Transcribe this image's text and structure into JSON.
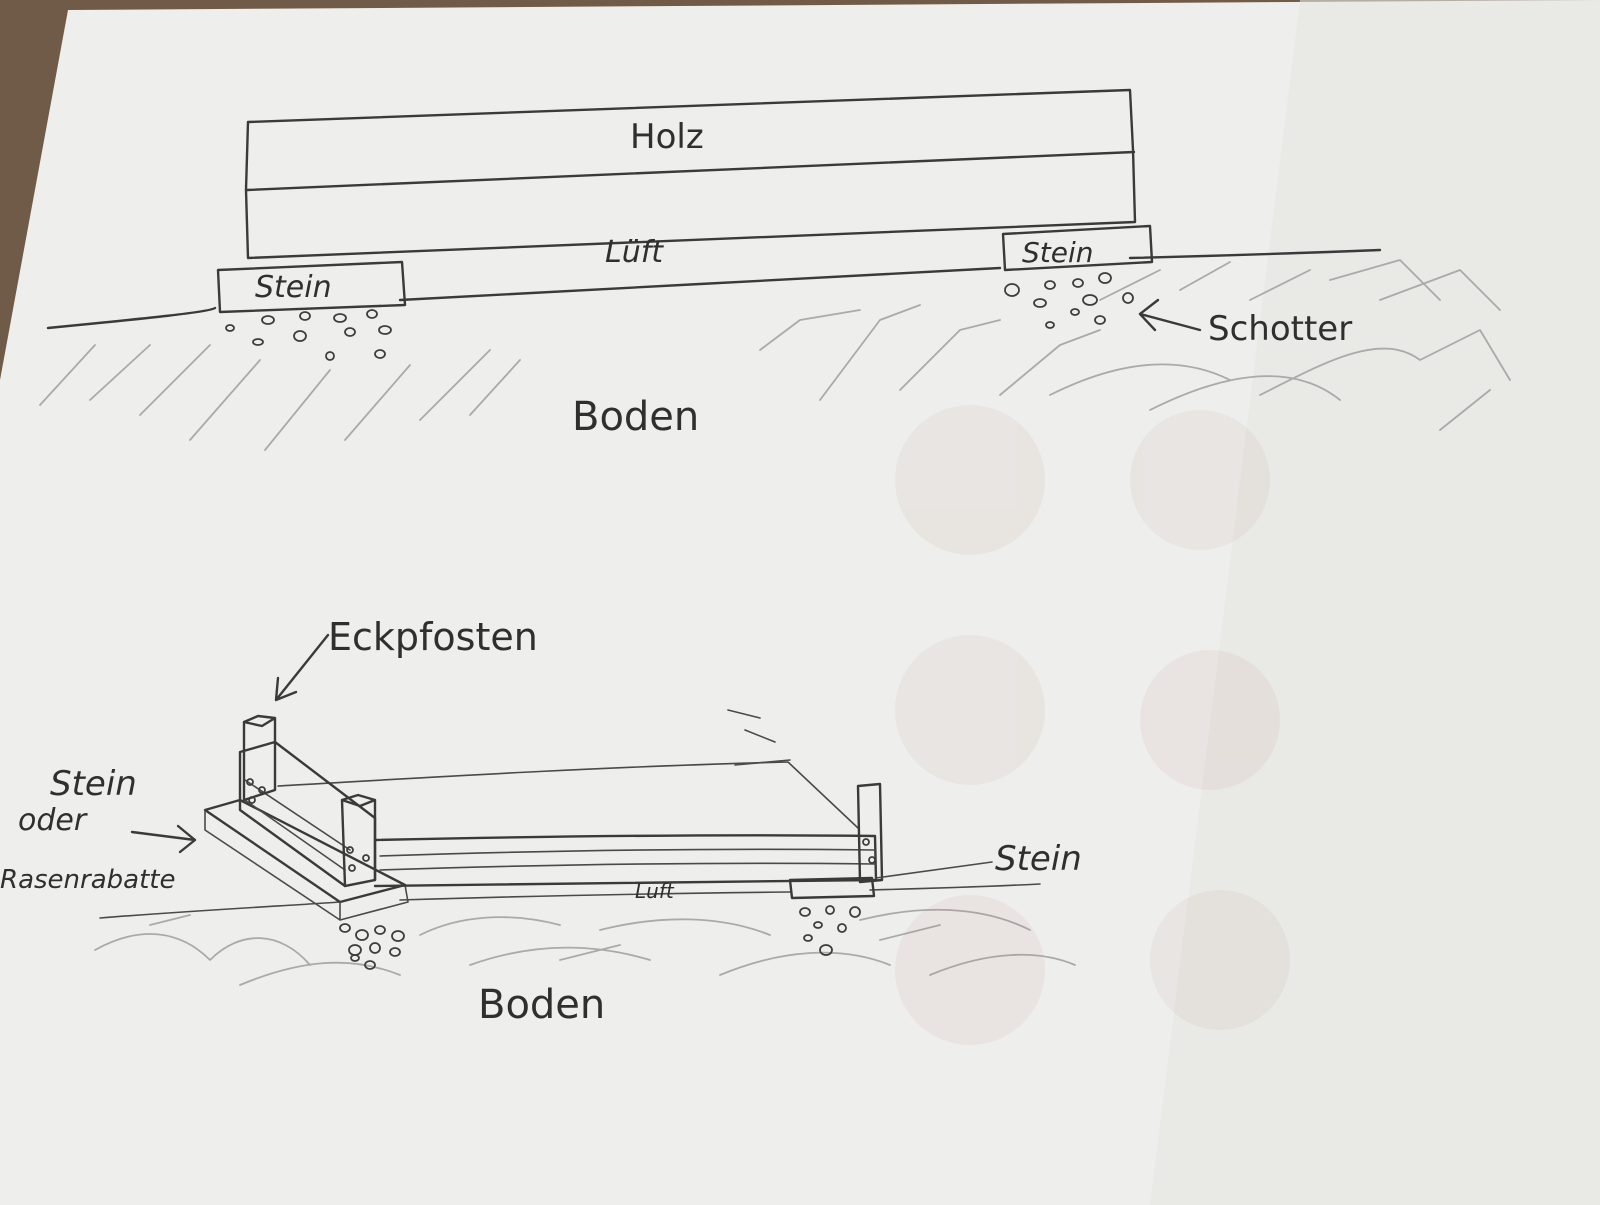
{
  "colors": {
    "paper": "#eeeeec",
    "table": "#6f5b48",
    "pencil": "#3a3a3a",
    "hatch": "#a9aaa9"
  },
  "labels": {
    "top": {
      "holz": "Holz",
      "luft": "Lüft",
      "stein_left": "Stein",
      "stein_right": "Stein",
      "schotter": "Schotter",
      "boden": "Boden"
    },
    "bottom": {
      "eckpfosten": "Eckpfosten",
      "stein_left_line1": "Stein",
      "stein_left_line2": "oder",
      "stein_left_line3": "Rasenrabatte",
      "stein_right": "Stein",
      "luft": "Luft",
      "boden": "Boden"
    }
  }
}
